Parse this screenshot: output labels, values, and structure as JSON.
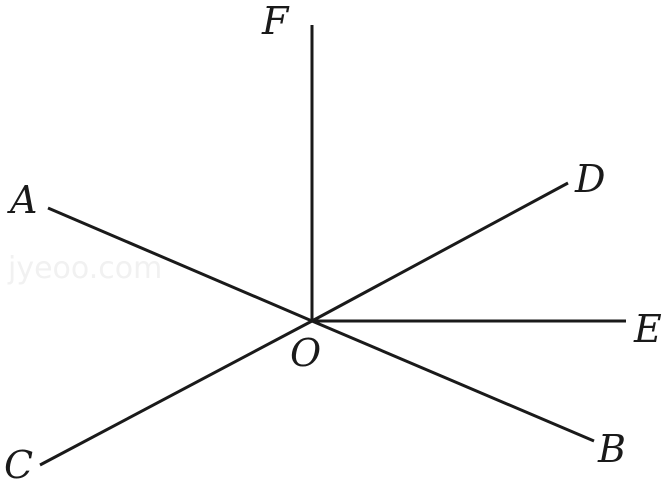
{
  "diagram": {
    "watermark": "jyeoo.com",
    "stroke_color": "#1a1a1a",
    "labels": {
      "A": "A",
      "B": "B",
      "C": "C",
      "D": "D",
      "E": "E",
      "F": "F",
      "O": "O"
    }
  }
}
